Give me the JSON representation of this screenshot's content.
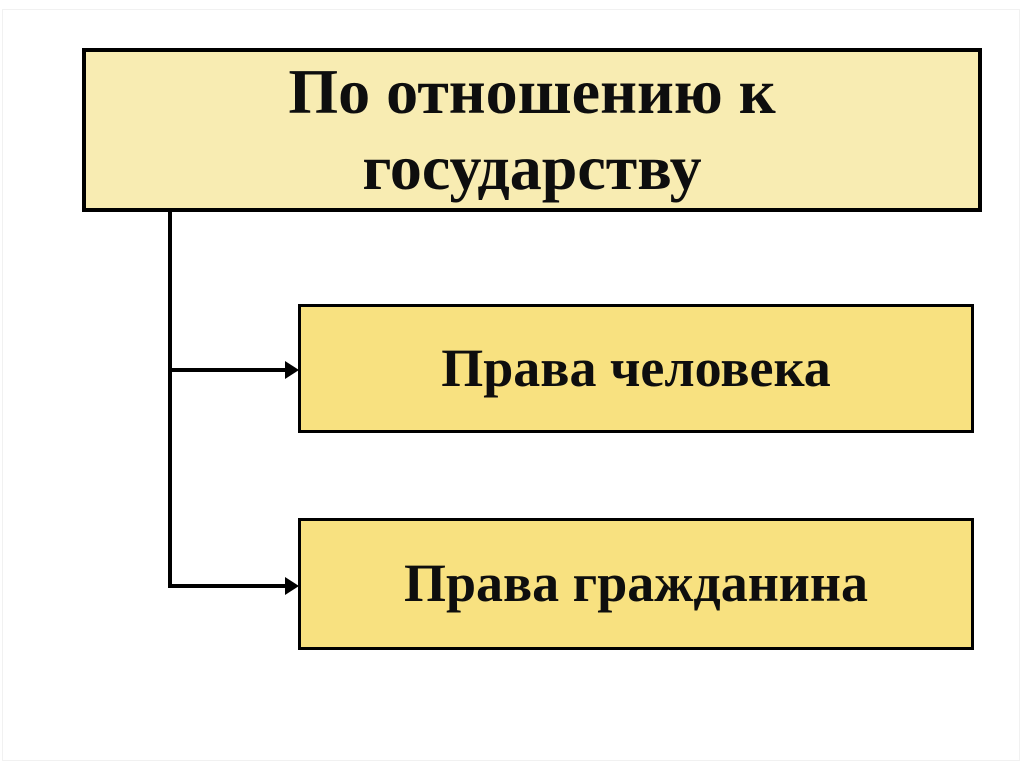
{
  "slide": {
    "type": "hierarchy-flowchart",
    "background_color": "#ffffff",
    "edge_frame_color": "#f1f1f1",
    "connector_color": "#000000",
    "root_box": {
      "text": "По отношению к государству",
      "line1": "По отношению к",
      "line2": "государству",
      "fill_color": "#f8ecb2",
      "border_color": "#000000",
      "text_color": "#0e0e0e"
    },
    "child_boxes": [
      {
        "label": "Права человека",
        "fill_color": "#f8e180",
        "border_color": "#000000",
        "text_color": "#0e0e0e"
      },
      {
        "label": "Права гражданина",
        "fill_color": "#f8e180",
        "border_color": "#000000",
        "text_color": "#0e0e0e"
      }
    ]
  }
}
